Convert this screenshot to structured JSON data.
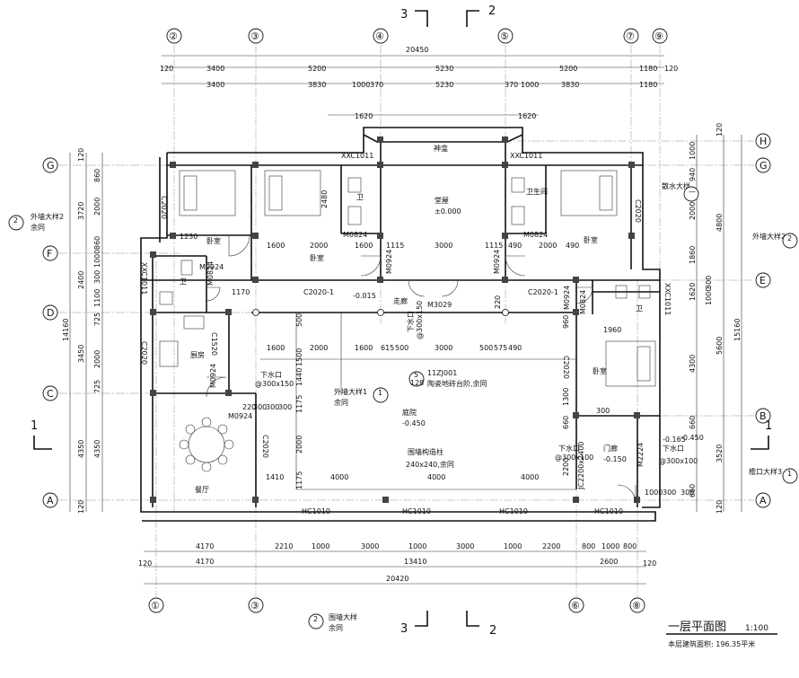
{
  "drawing": {
    "title": "一层平面图",
    "scale": "1:100",
    "area_note": "本层建筑面积: 196.35平米"
  },
  "axes": {
    "top": [
      "②",
      "③",
      "④",
      "⑤",
      "⑦",
      "⑨"
    ],
    "bottom": [
      "①",
      "③",
      "⑥",
      "⑧"
    ],
    "left": [
      "G",
      "F",
      "D",
      "C",
      "A"
    ],
    "right": [
      "H",
      "G",
      "E",
      "B",
      "A"
    ]
  },
  "section_marks": {
    "top_left": "3",
    "top_right": "2",
    "bottom_left": "3",
    "bottom_right": "2"
  },
  "dims": {
    "top_total": "20450",
    "top_row1": [
      "120",
      "3400",
      "5200",
      "5230",
      "5200",
      "1180",
      "120"
    ],
    "top_row2": [
      "3400",
      "3830",
      "1000",
      "370",
      "5230",
      "370",
      "1000",
      "3830",
      "1180"
    ],
    "top_bay": [
      "1620",
      "1620"
    ],
    "bottom_row1": [
      "4170",
      "2210",
      "1000",
      "3000",
      "1000",
      "3000",
      "1000",
      "2200",
      "800",
      "1000",
      "800"
    ],
    "bottom_row2": [
      "120",
      "4170",
      "13410",
      "2600",
      "120"
    ],
    "bottom_total": "20420",
    "left_total": "14160",
    "left_outer": [
      "3720",
      "2400",
      "3450",
      "4350"
    ],
    "left_inner": [
      "860",
      "2000",
      "860",
      "1000",
      "300",
      "1100",
      "725",
      "2000",
      "725",
      "4350"
    ],
    "left_ends": [
      "120",
      "120"
    ],
    "right_total": "15160",
    "right_outer": [
      "4800",
      "5600",
      "3520"
    ],
    "right_inner": [
      "1000",
      "940",
      "2000",
      "1860",
      "1620",
      "1000",
      "300",
      "4300",
      "660",
      "660"
    ],
    "right_ends": [
      "120",
      "120"
    ],
    "inner_h1": [
      "1600",
      "2000",
      "1600",
      "1115",
      "3000",
      "1115",
      "490",
      "2000",
      "490"
    ],
    "inner_h2": [
      "1600",
      "2000",
      "1600",
      "615",
      "500",
      "3000",
      "500",
      "575",
      "490"
    ],
    "inner_h3": [
      "1410",
      "4000",
      "4000",
      "4000"
    ],
    "misc": [
      "1230",
      "1170",
      "1960",
      "2480",
      "500",
      "960",
      "220",
      "300",
      "1500",
      "1440",
      "1175",
      "2000",
      "1175",
      "1300",
      "2200",
      "660",
      "300",
      "1000",
      "300",
      "300",
      "220",
      "300",
      "300"
    ]
  },
  "rooms": {
    "hall": "堂屋",
    "hall_level": "±0.000",
    "shrine": "神龛",
    "bedroom": "卧室",
    "bathroom_short": "卫",
    "bathroom": "卫生间",
    "kitchen": "厨房",
    "dining": "餐厅",
    "corridor": "走廊",
    "corridor_level": "-0.015",
    "courtyard": "庭院",
    "courtyard_level": "-0.450",
    "entrance": "门廊",
    "entrance_level": "-0.150",
    "level_a": "-0.165",
    "level_b": "-0.450"
  },
  "openings": {
    "window_top": "XXC1011",
    "window_side": "XXC1011",
    "c2020": "C2020",
    "c2020_1": "C2020-1",
    "c1520": "C1520",
    "m0824": "M0824",
    "m0924": "M0924",
    "m3029": "M3029",
    "m2224": "M2224",
    "hc1010": "HC1010",
    "jc2200": "JC2200x2400"
  },
  "notes": {
    "downpipe": "下水口",
    "downpipe_size": "@300x150",
    "downpipe_size2": "@300x100",
    "ext_wall_2": "外墙大样2",
    "ext_wall_1": "外墙大样1",
    "ext_wall_3": "檐口大样3",
    "drain_detail": "散水大样",
    "same": "余同",
    "wall_detail": "围墙大样",
    "courtyard_wall": "围墙构造柱",
    "courtyard_wall_size": "240x240,余同",
    "ref_code": "11ZJ001",
    "ref_note": "陶瓷地砖台阶,余同",
    "ref_no": "5",
    "ref_page": "128"
  }
}
